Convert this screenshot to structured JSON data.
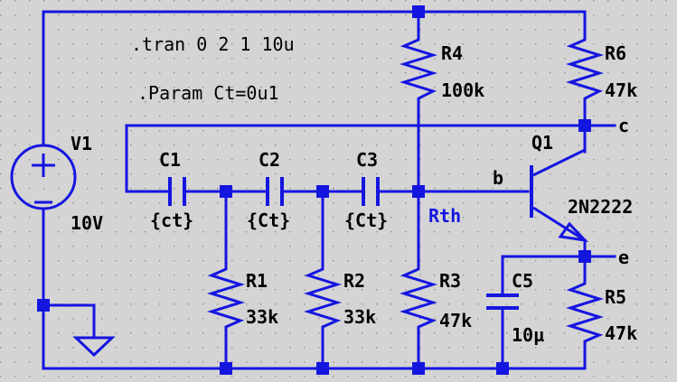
{
  "directives": {
    "tran": ".tran 0 2 1 10u",
    "param": ".Param Ct=0u1"
  },
  "components": {
    "V1": {
      "name": "V1",
      "value": "10V"
    },
    "C1": {
      "name": "C1",
      "value": "{ct}"
    },
    "C2": {
      "name": "C2",
      "value": "{Ct}"
    },
    "C3": {
      "name": "C3",
      "value": "{Ct}"
    },
    "C5": {
      "name": "C5",
      "value": "10µ"
    },
    "R1": {
      "name": "R1",
      "value": "33k"
    },
    "R2": {
      "name": "R2",
      "value": "33k"
    },
    "R3": {
      "name": "R3",
      "value": "47k"
    },
    "R4": {
      "name": "R4",
      "value": "100k"
    },
    "R5": {
      "name": "R5",
      "value": "47k"
    },
    "R6": {
      "name": "R6",
      "value": "47k"
    },
    "Q1": {
      "name": "Q1",
      "value": "2N2222"
    }
  },
  "nets": {
    "c": "c",
    "b": "b",
    "e": "e",
    "rth": "Rth"
  },
  "colors": {
    "wire": "#1515e0",
    "background": "#d4d4d4",
    "text": "#000000"
  }
}
